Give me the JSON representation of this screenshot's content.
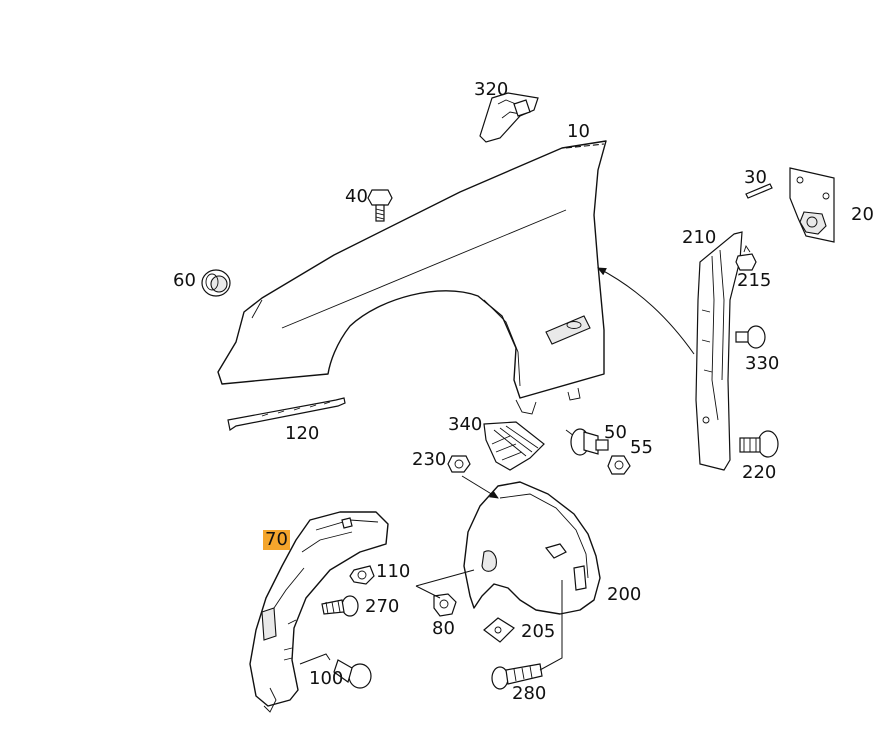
{
  "labels": {
    "p320": "320",
    "p10": "10",
    "p30": "30",
    "p20": "20",
    "p40": "40",
    "p210": "210",
    "p215": "215",
    "p60": "60",
    "p330": "330",
    "p120": "120",
    "p340": "340",
    "p50": "50",
    "p55": "55",
    "p230": "230",
    "p220": "220",
    "p70": "70",
    "p110": "110",
    "p200": "200",
    "p270": "270",
    "p80": "80",
    "p205": "205",
    "p100": "100",
    "p280": "280"
  },
  "highlight": {
    "part": "70",
    "color": "#f4a52c"
  }
}
